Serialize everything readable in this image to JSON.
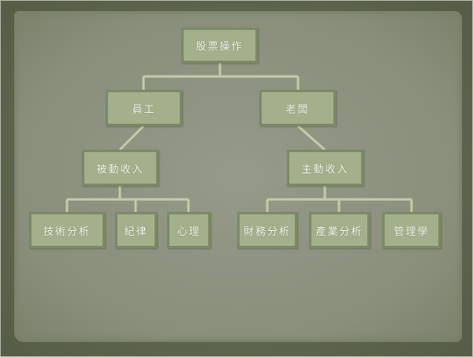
{
  "root": "股票操作",
  "level1": [
    "員工",
    "老闆"
  ],
  "level2": [
    "被動收入",
    "主動收入"
  ],
  "leaves_passive": [
    "技術分析",
    "紀律",
    "心理"
  ],
  "leaves_active": [
    "財務分析",
    "產業分析",
    "管理學"
  ],
  "colors": {
    "box_fill": "#a4b08b",
    "box_border": "#7b8a62",
    "connector": "#c3cca8"
  }
}
